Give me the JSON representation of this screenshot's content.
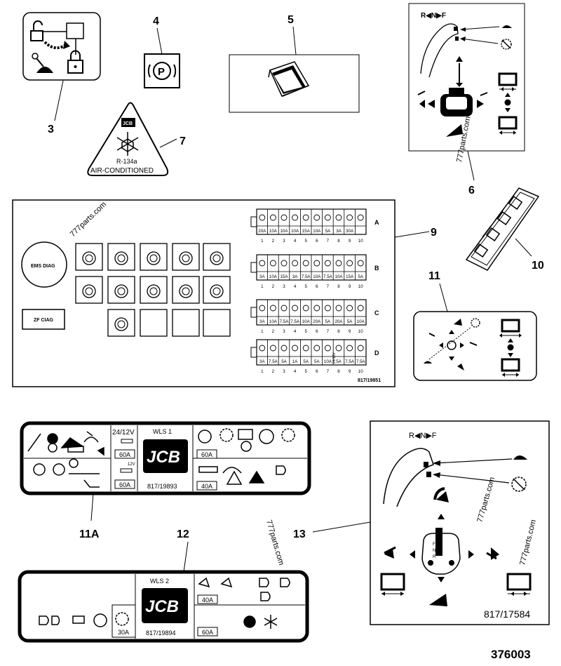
{
  "callouts": [
    {
      "id": "3",
      "text": "3"
    },
    {
      "id": "4",
      "text": "4"
    },
    {
      "id": "5",
      "text": "5"
    },
    {
      "id": "6",
      "text": "6"
    },
    {
      "id": "7",
      "text": "7"
    },
    {
      "id": "9",
      "text": "9"
    },
    {
      "id": "10",
      "text": "10"
    },
    {
      "id": "11",
      "text": "11"
    },
    {
      "id": "11A",
      "text": "11A"
    },
    {
      "id": "12",
      "text": "12"
    },
    {
      "id": "13",
      "text": "13"
    }
  ],
  "decal_7": {
    "refrigerant": "R-134a",
    "label": "AIR-CONDITIONED",
    "logo": "JCB"
  },
  "decal_6": {
    "direction": "R◀N▶F"
  },
  "decal_9": {
    "buttons": {
      "ems": "EMS DIAG",
      "zf": "ZF CIAG"
    },
    "part_number": "817/19851",
    "fuse_rows": [
      {
        "row": "A",
        "ratings": [
          "20A",
          "10A",
          "10A",
          "10A",
          "15A",
          "10A",
          "5A",
          "3A",
          "30A",
          ""
        ]
      },
      {
        "row": "B",
        "ratings": [
          "3A",
          "10A",
          "15A",
          "3A",
          "7.5A",
          "10A",
          "7.5A",
          "10A",
          "15A",
          "5A"
        ]
      },
      {
        "row": "C",
        "ratings": [
          "3A",
          "10A",
          "7.5A",
          "7.5A",
          "10A",
          "20A",
          "5A",
          "20A",
          "5A",
          "10A"
        ]
      },
      {
        "row": "D",
        "ratings": [
          "3A",
          "7.5A",
          "5A",
          "1A",
          "5A",
          "5A",
          "10A",
          "5A",
          "7.5A",
          "7.5A"
        ]
      }
    ],
    "positions": [
      "1",
      "2",
      "3",
      "4",
      "5",
      "6",
      "7",
      "8",
      "9",
      "10"
    ],
    "d7_voltage": "24/12V"
  },
  "decal_11": {
    "voltage": "24/12V",
    "title": "WLS 1",
    "logo": "JCB",
    "part_number": "817/19893",
    "fuses": {
      "left_top": "60A",
      "left_bottom": "60A",
      "right_top": "60A",
      "right_bottom": "40A"
    },
    "small_voltage": "12V"
  },
  "decal_11a": {
    "title": "WLS 2",
    "logo": "JCB",
    "part_number": "817/19894",
    "fuses": {
      "left": "30A",
      "right_top": "40A",
      "right_bottom": "60A"
    }
  },
  "decal_13": {
    "direction": "R◀N▶F",
    "gear_letters": [
      "F",
      "N",
      "R"
    ],
    "part_number": "817/17584"
  },
  "watermarks": [
    "777parts.com",
    "777parts.com",
    "777parts.com",
    "777parts.com",
    "777parts.com"
  ],
  "figure_number": "376003"
}
